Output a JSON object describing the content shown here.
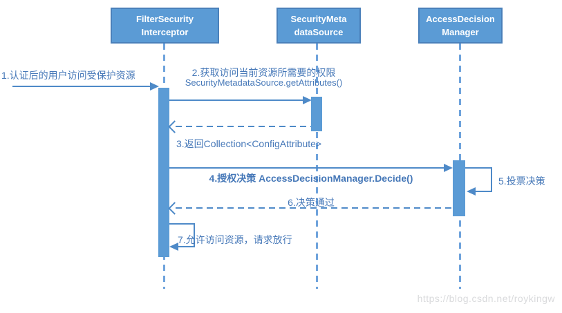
{
  "actors": [
    {
      "line1": "FilterSecurity",
      "line2": "Interceptor"
    },
    {
      "line1": "SecurityMeta",
      "line2": "dataSource"
    },
    {
      "line1": "AccessDecision",
      "line2": "Manager"
    }
  ],
  "messages": {
    "m1": "1.认证后的用户访问受保护资源",
    "m2_line1": "2.获取访问当前资源所需要的权限",
    "m2_line2": "SecurityMetadataSource.getAttributes()",
    "m3": "3.返回Collection<ConfigAttribute>",
    "m4": "4.授权决策 AccessDecisionManager.Decide()",
    "m5": "5.投票决策",
    "m6": "6.决策通过",
    "m7": "7.允许访问资源，请求放行"
  },
  "watermark": "https://blog.csdn.net/roykingw",
  "colors": {
    "shapeFill": "#5b9bd5",
    "shapeBorder": "#4a80ba",
    "line": "#4e8ac8",
    "msgText": "#4678b8",
    "lifeline": "#6fa3dc",
    "watermark": "#d9dadc",
    "boxText": "#ffffff"
  }
}
